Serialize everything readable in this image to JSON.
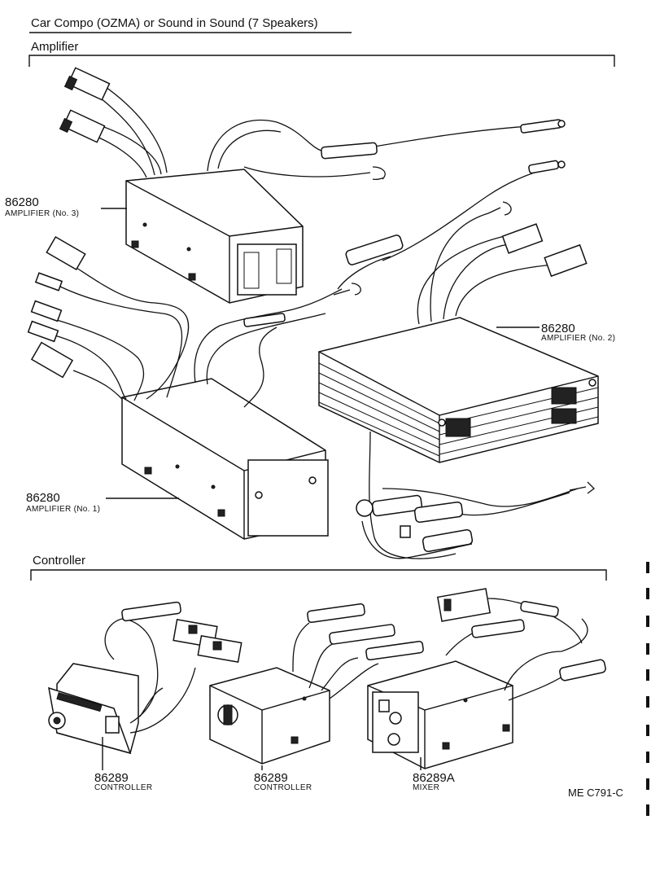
{
  "title": "Car Compo (OZMA) or Sound in Sound (7 Speakers)",
  "sections": {
    "amplifier": "Amplifier",
    "controller": "Controller"
  },
  "parts": {
    "amp3": {
      "number": "86280",
      "name": "AMPLIFIER (No. 3)"
    },
    "amp2": {
      "number": "86280",
      "name": "AMPLIFIER (No. 2)"
    },
    "amp1": {
      "number": "86280",
      "name": "AMPLIFIER (No. 1)"
    },
    "ctrl1": {
      "number": "86289",
      "name": "CONTROLLER"
    },
    "ctrl2": {
      "number": "86289",
      "name": "CONTROLLER"
    },
    "mixer": {
      "number": "86289A",
      "name": "MIXER"
    }
  },
  "drawing_code": "ME  C791-C"
}
